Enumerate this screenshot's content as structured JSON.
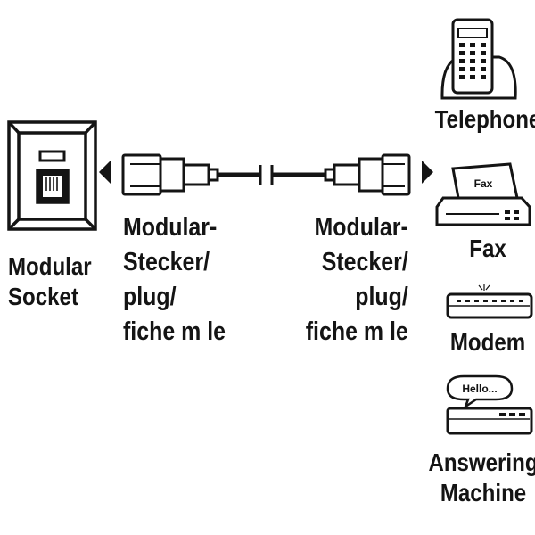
{
  "socket": {
    "line1": "Modular",
    "line2": "Socket"
  },
  "plug_left": {
    "line1": "Modular-",
    "line2": "Stecker/",
    "line3": "plug/",
    "line4": "fiche m le"
  },
  "plug_right": {
    "line1": "Modular-",
    "line2": "Stecker/",
    "line3": "plug/",
    "line4": "fiche m le"
  },
  "devices": {
    "telephone": "Telephone",
    "fax": "Fax",
    "fax_paper": "Fax",
    "modem": "Modem",
    "answering_1": "Answering",
    "answering_2": "Machine",
    "speech": "Hello..."
  },
  "colors": {
    "ink": "#141414",
    "background": "#ffffff"
  },
  "icons": [
    "modular-socket-icon",
    "modular-plug-icon",
    "telephone-icon",
    "fax-icon",
    "modem-icon",
    "answering-machine-icon",
    "arrow-left-icon",
    "arrow-right-icon"
  ]
}
